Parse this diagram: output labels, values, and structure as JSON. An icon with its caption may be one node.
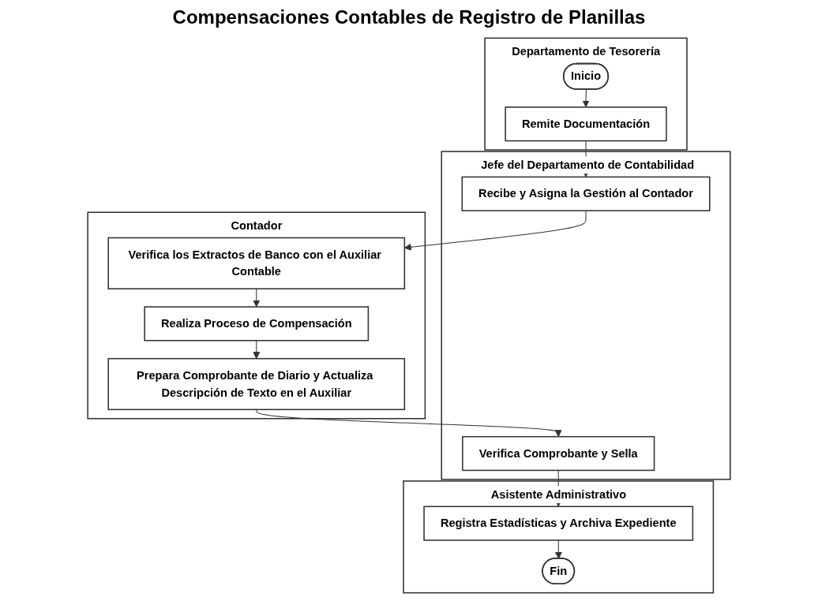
{
  "diagram": {
    "title": "Compensaciones Contables de Registro de Planillas",
    "nodes": [
      {
        "text": [
          "Departamento de Tesorería"
        ]
      },
      {
        "text": [
          "Inicio"
        ],
        "in": 0
      },
      {
        "text": [
          "Remite Documentación"
        ],
        "in": 0
      },
      {
        "text": [
          "Jefe del Departamento de Contabilidad"
        ]
      },
      {
        "text": [
          "Recibe y Asigna la Gestión al Contador"
        ],
        "in": 3
      },
      {
        "text": [
          "Verifica Comprobante y Sella"
        ],
        "in": 3
      },
      {
        "text": [
          "Contador"
        ]
      },
      {
        "text": [
          "Verifica los Extractos de Banco con el Auxiliar Contable"
        ],
        "in": 6
      },
      {
        "text": [
          "Realiza Proceso de Compensación"
        ],
        "in": 6
      },
      {
        "text": [
          "Prepara Comprobante de Diario y Actualiza Descripción de Texto en el Auxiliar"
        ],
        "in": 6
      },
      {
        "text": [
          "Asistente Administrativo"
        ]
      },
      {
        "text": [
          "Registra Estadísticas y Archiva Expediente"
        ],
        "in": 10
      },
      {
        "text": [
          "Fin"
        ],
        "in": 10
      }
    ],
    "edges": [
      {
        "from": 1,
        "to": 2,
        "arrow": "to"
      },
      {
        "from": 2,
        "to": 4,
        "arrow": "to"
      },
      {
        "from": 4,
        "to": 7,
        "arrow": "to"
      },
      {
        "from": 7,
        "to": 8,
        "arrow": "to"
      },
      {
        "from": 8,
        "to": 9,
        "arrow": "to"
      },
      {
        "from": 9,
        "to": 5,
        "arrow": "to"
      },
      {
        "from": 5,
        "to": 11,
        "arrow": "to"
      },
      {
        "from": 11,
        "to": 12,
        "arrow": "to"
      }
    ]
  }
}
